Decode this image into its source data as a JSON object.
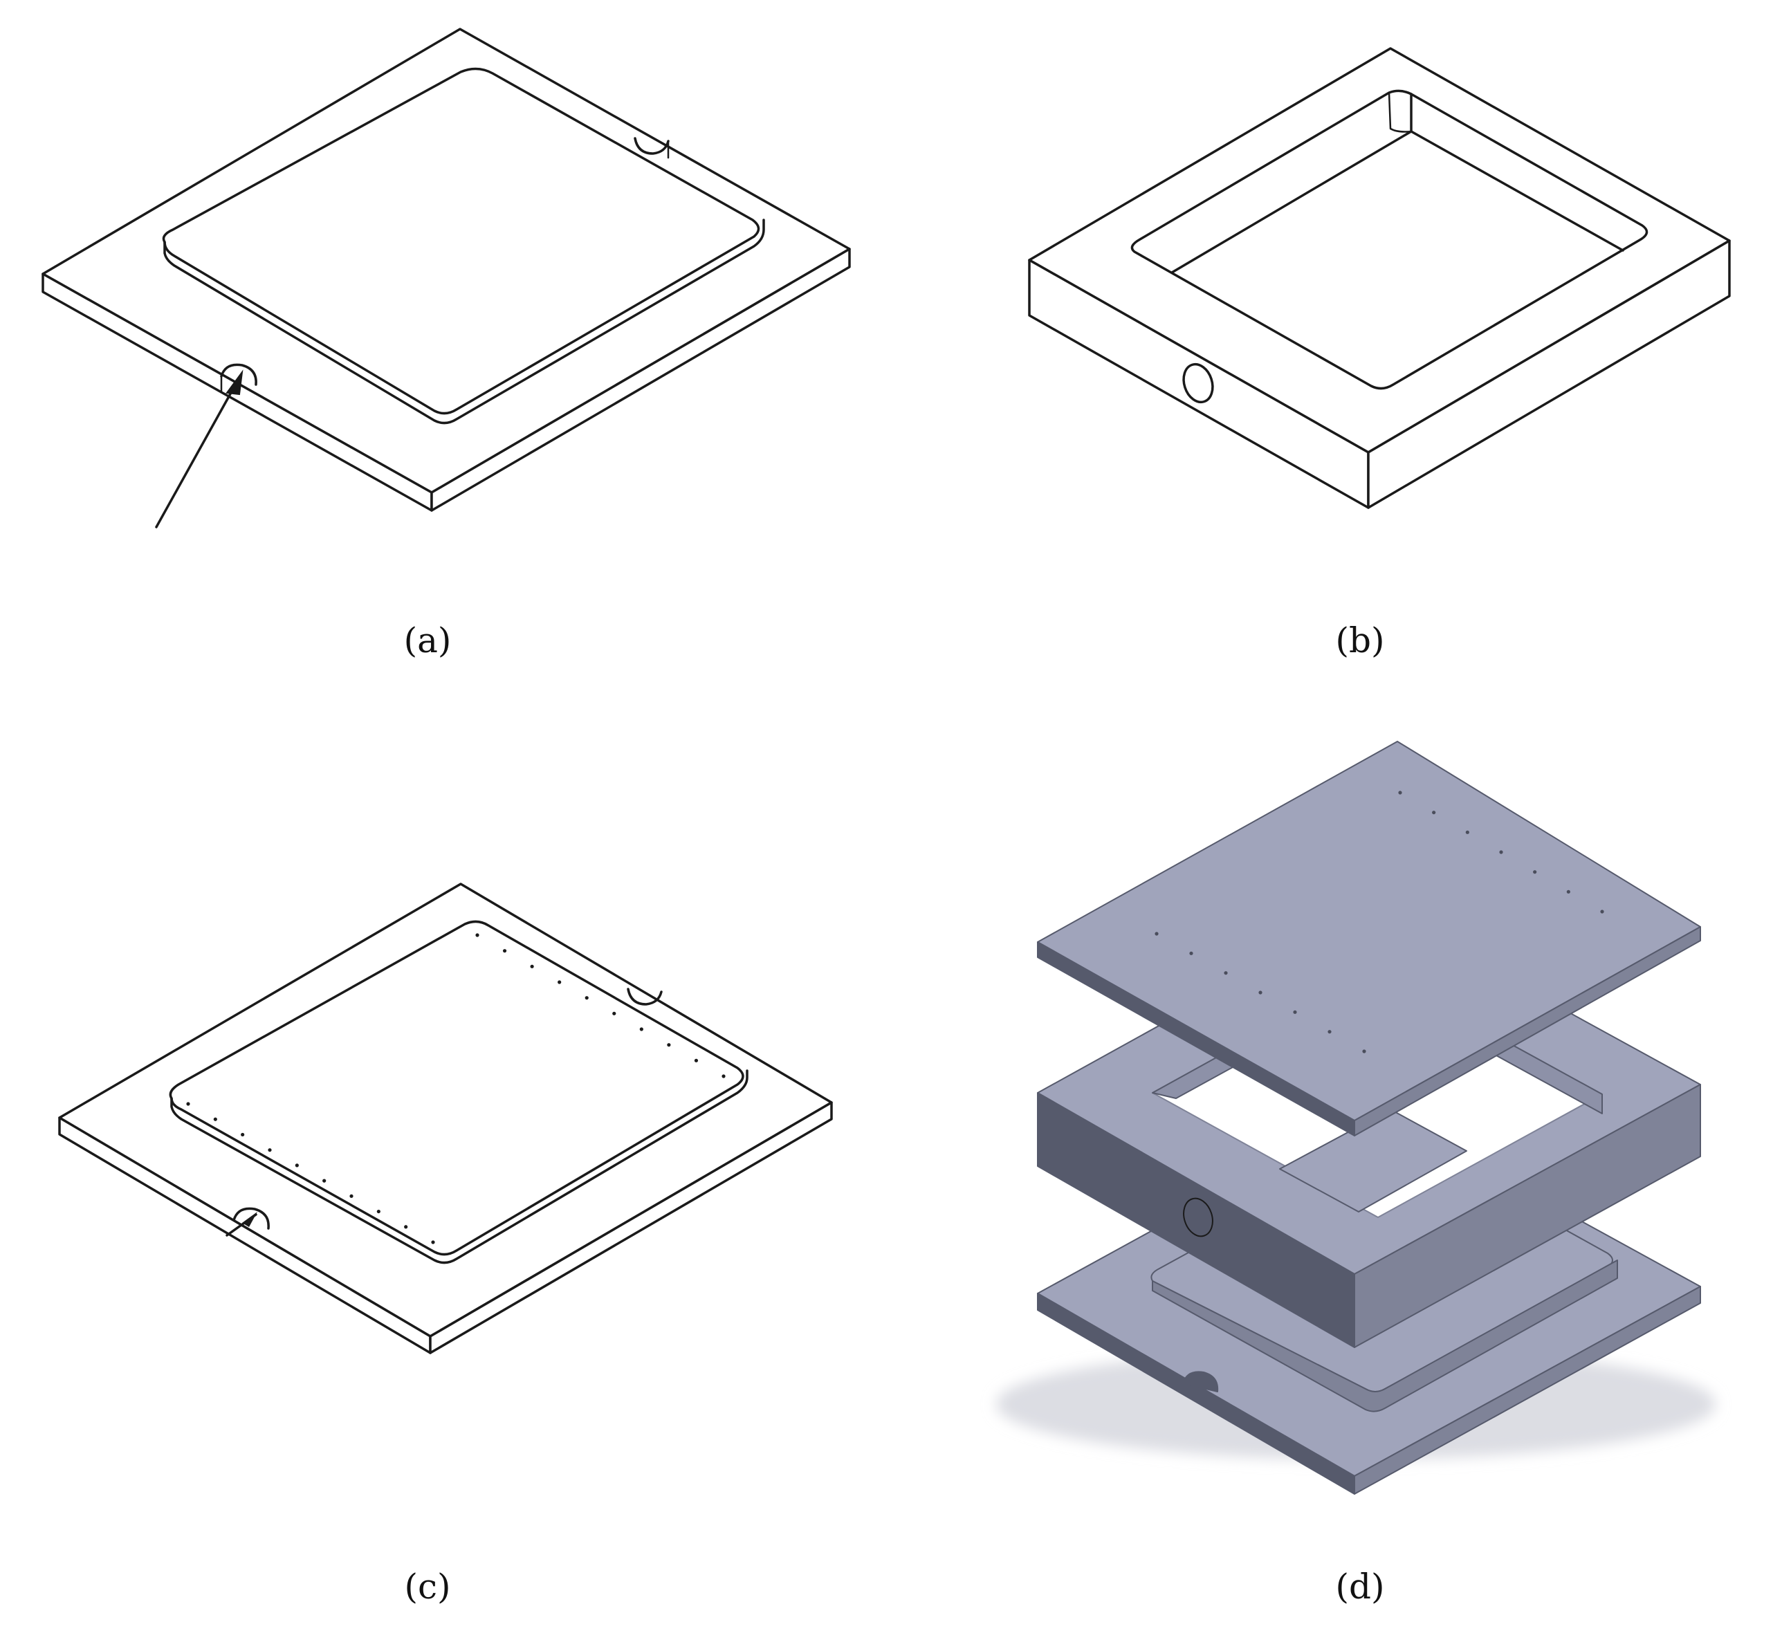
{
  "panels": [
    {
      "id": "a",
      "caption": "(a)"
    },
    {
      "id": "b",
      "caption": "(b)"
    },
    {
      "id": "c",
      "caption": "(c)"
    },
    {
      "id": "d",
      "caption": "(d)"
    }
  ],
  "colors": {
    "line": "#1a1a1a",
    "shaded_top": "#a0a4bb",
    "shaded_side_dark": "#565a6c",
    "shaded_side_mid": "#7f8398",
    "shaded_inner": "#8d91a8",
    "background": "#ffffff"
  }
}
